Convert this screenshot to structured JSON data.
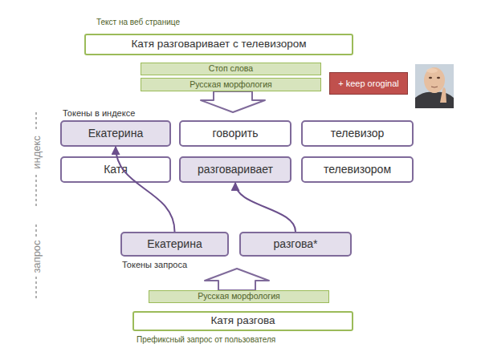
{
  "diagram": {
    "nodes": [
      {
        "text": [
          "Катя разговаривает с телевизором"
        ]
      },
      {
        "text": [
          "Стоп слова"
        ]
      },
      {
        "text": [
          "Русская морфология"
        ]
      },
      {
        "text": [
          "+ keep oroginal"
        ]
      },
      {
        "text": [
          "Екатерина"
        ]
      },
      {
        "text": [
          "говорить"
        ]
      },
      {
        "text": [
          "телевизор"
        ]
      },
      {
        "text": [
          "Катя"
        ]
      },
      {
        "text": [
          "разговаривает"
        ]
      },
      {
        "text": [
          "телевизором"
        ]
      },
      {
        "text": [
          "Екатерина"
        ]
      },
      {
        "text": [
          "разгова*"
        ]
      },
      {
        "text": [
          "Русская морфология"
        ]
      },
      {
        "text": [
          "Катя разгова"
        ]
      }
    ],
    "edges": [
      {
        "from": 10,
        "to": 4,
        "arrow": "to"
      },
      {
        "from": 11,
        "to": 8,
        "arrow": "to"
      }
    ],
    "labels": [
      "Текст на веб странице",
      "Токены в индексе",
      "индекс",
      "запрос",
      "Токены запроса",
      "Префиксный запрос от пользователя"
    ]
  }
}
